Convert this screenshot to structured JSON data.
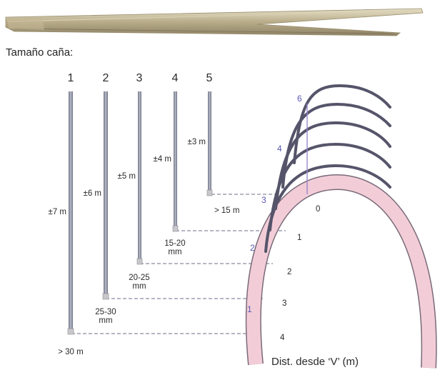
{
  "title": "Tamaño caña:",
  "axis_label": "Dist. desde ‘V’ (m)",
  "canes": [
    {
      "num": "1",
      "length": "±7 m",
      "diameter": "> 30 m"
    },
    {
      "num": "2",
      "length": "±6 m",
      "diameter": "25-30 mm"
    },
    {
      "num": "3",
      "length": "±5 m",
      "diameter": "20-25 mm"
    },
    {
      "num": "4",
      "length": "±4 m",
      "diameter": "15-20 mm"
    },
    {
      "num": "5",
      "length": "±3 m",
      "diameter": "> 15 m"
    }
  ],
  "distance_marks": [
    "0",
    "1",
    "2",
    "3",
    "4"
  ],
  "height_marks": [
    "1",
    "2",
    "3",
    "4",
    "6"
  ],
  "colors": {
    "cane": "#8a8fa0",
    "arch_fill": "#f2cdd8",
    "arch_stroke": "#7a6a78",
    "guide": "#8a8aa0",
    "accent": "#5a5ab4"
  }
}
